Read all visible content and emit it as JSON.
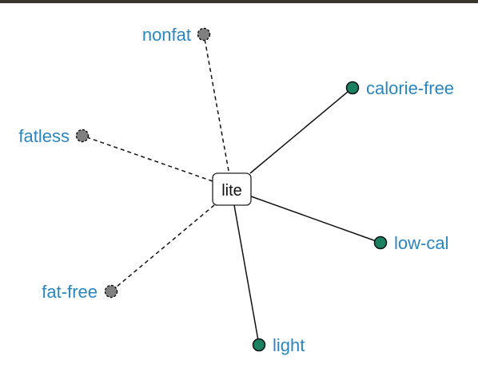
{
  "center": {
    "label": "lite"
  },
  "colors": {
    "solid_node": "#1a8060",
    "dashed_node": "#808080",
    "label": "#2a86c0"
  },
  "nodes": [
    {
      "id": "nonfat",
      "label": "nonfat",
      "style": "dashed"
    },
    {
      "id": "calorie-free",
      "label": "calorie-free",
      "style": "solid"
    },
    {
      "id": "fatless",
      "label": "fatless",
      "style": "dashed"
    },
    {
      "id": "low-cal",
      "label": "low-cal",
      "style": "solid"
    },
    {
      "id": "fat-free",
      "label": "fat-free",
      "style": "dashed"
    },
    {
      "id": "light",
      "label": "light",
      "style": "solid"
    }
  ]
}
